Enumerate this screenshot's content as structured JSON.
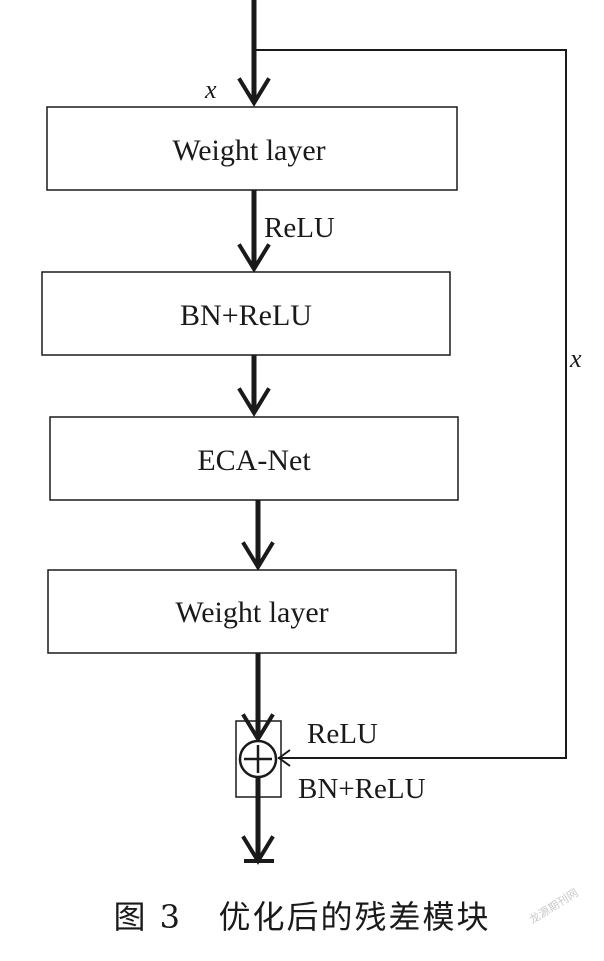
{
  "diagram": {
    "boxes": [
      {
        "id": "weight-layer-1",
        "label": "Weight layer"
      },
      {
        "id": "bn-relu",
        "label": "BN+ReLU"
      },
      {
        "id": "eca-net",
        "label": "ECA-Net"
      },
      {
        "id": "weight-layer-2",
        "label": "Weight layer"
      }
    ],
    "edge_labels": {
      "input_x": "x",
      "relu_after_weight": "ReLU",
      "skip_x": "x",
      "sum_relu": "ReLU",
      "sum_bn_relu": "BN+ReLU"
    },
    "sum_symbol": "+"
  },
  "caption": {
    "figure_number": "图 3",
    "title": "优化后的残差模块"
  },
  "watermark": "龙源期刊网"
}
